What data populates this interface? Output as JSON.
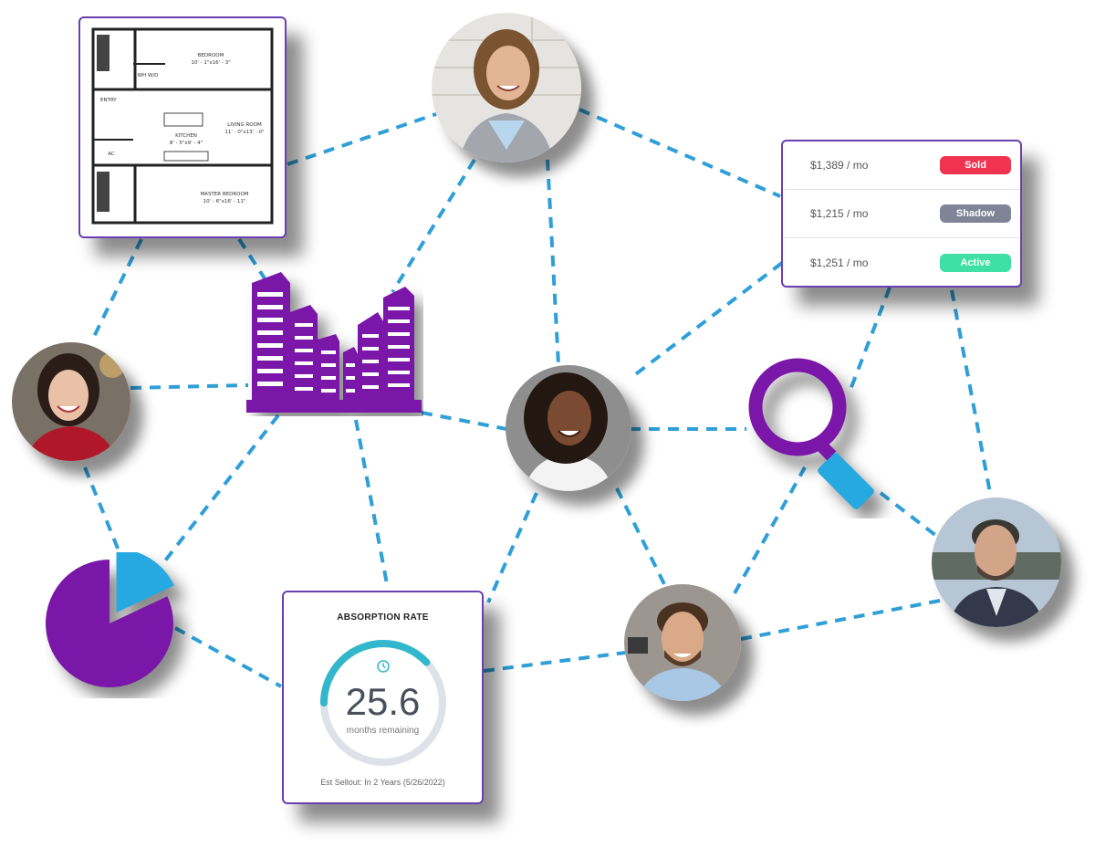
{
  "colors": {
    "purple": "#7a16a8",
    "blue": "#26a9e0",
    "dash": "#2f9fd8",
    "border": "#6a3fb0",
    "sold": "#f0334f",
    "shadow": "#7f8597",
    "active": "#3fe0a6",
    "ring_fill": "#32b7cc",
    "ring_track": "#dfe1e8"
  },
  "floorplan": {
    "rooms": [
      {
        "name": "BEDROOM",
        "dims": "10' - 1\"x16' - 3\""
      },
      {
        "name": "WH W/D",
        "dims": ""
      },
      {
        "name": "ENTRY",
        "dims": ""
      },
      {
        "name": "KITCHEN",
        "dims": "8' - 5\"x9' - 4\""
      },
      {
        "name": "LIVING ROOM",
        "dims": "11' - 0\"x13' - 0\""
      },
      {
        "name": "AC",
        "dims": ""
      },
      {
        "name": "MASTER BEDROOM",
        "dims": "10' - 6\"x16' - 11\""
      }
    ]
  },
  "price_list": [
    {
      "price": "$1,389 / mo",
      "status": "Sold",
      "color": "#f0334f"
    },
    {
      "price": "$1,215 / mo",
      "status": "Shadow",
      "color": "#7f8597"
    },
    {
      "price": "$1,251 / mo",
      "status": "Active",
      "color": "#3fe0a6"
    }
  ],
  "absorption": {
    "title": "ABSORPTION RATE",
    "value": "25.6",
    "unit": "months remaining",
    "footer": "Est Sellout: In 2 Years (5/26/2022)",
    "progress": 0.38
  },
  "pie": {
    "slices": [
      0.82,
      0.18
    ]
  },
  "icons": [
    "buildings-icon",
    "magnifier-icon",
    "pie-chart-icon",
    "clock-icon"
  ]
}
